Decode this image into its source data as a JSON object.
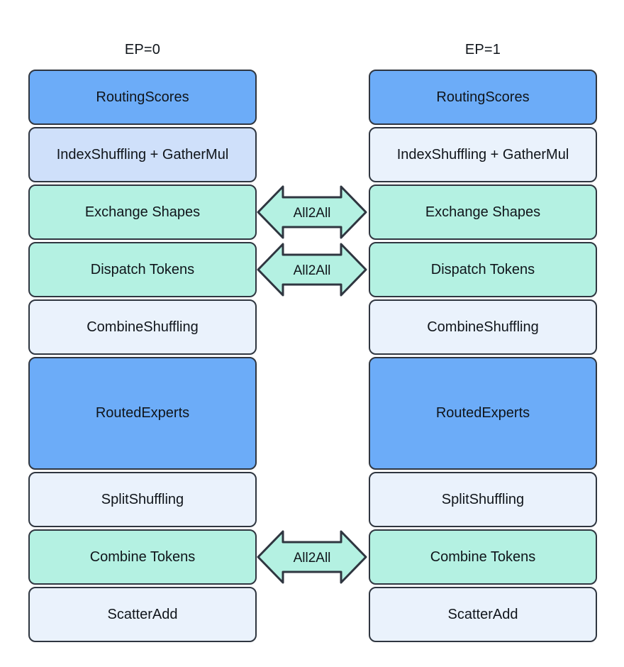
{
  "diagram": {
    "colors": {
      "blue": "#6cacf8",
      "lightblue": "#cfe0fa",
      "mint": "#b4f1e2",
      "pale": "#eaf2fc",
      "border": "#2f3640",
      "text": "#10151b"
    },
    "columns": [
      {
        "title": "EP=0",
        "boxes": [
          {
            "label": "RoutingScores",
            "variant": "blue"
          },
          {
            "label": "IndexShuffling + GatherMul",
            "variant": "lightblue"
          },
          {
            "label": "Exchange Shapes",
            "variant": "mint"
          },
          {
            "label": "Dispatch Tokens",
            "variant": "mint"
          },
          {
            "label": "CombineShuffling",
            "variant": "pale"
          },
          {
            "label": "RoutedExperts",
            "variant": "blue"
          },
          {
            "label": "SplitShuffling",
            "variant": "pale"
          },
          {
            "label": "Combine Tokens",
            "variant": "mint"
          },
          {
            "label": "ScatterAdd",
            "variant": "pale"
          }
        ]
      },
      {
        "title": "EP=1",
        "boxes": [
          {
            "label": "RoutingScores",
            "variant": "blue"
          },
          {
            "label": "IndexShuffling + GatherMul",
            "variant": "pale"
          },
          {
            "label": "Exchange Shapes",
            "variant": "mint"
          },
          {
            "label": "Dispatch Tokens",
            "variant": "mint"
          },
          {
            "label": "CombineShuffling",
            "variant": "pale"
          },
          {
            "label": "RoutedExperts",
            "variant": "blue"
          },
          {
            "label": "SplitShuffling",
            "variant": "pale"
          },
          {
            "label": "Combine Tokens",
            "variant": "mint"
          },
          {
            "label": "ScatterAdd",
            "variant": "pale"
          }
        ]
      }
    ],
    "arrows": [
      {
        "label": "All2All"
      },
      {
        "label": "All2All"
      },
      {
        "label": "All2All"
      }
    ]
  }
}
